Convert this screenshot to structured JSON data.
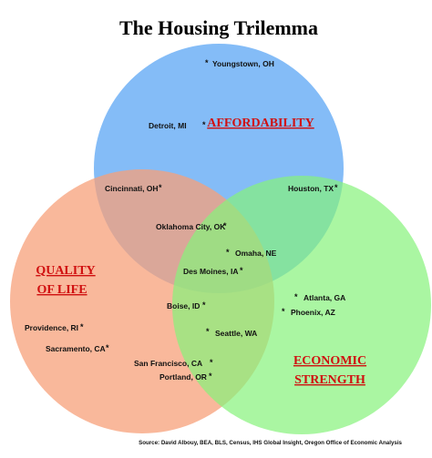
{
  "title": "The Housing Trilemma",
  "circles": {
    "affordability": {
      "label": "AFFORDABILITY",
      "color": "#6fb0f6"
    },
    "quality": {
      "label_line1": "QUALITY",
      "label_line2": "OF LIFE",
      "color": "#f7a07a"
    },
    "economic": {
      "label_line1": "ECONOMIC",
      "label_line2": "STRENGTH",
      "color": "#86f27a"
    }
  },
  "label_color": "#d01010",
  "cities": [
    {
      "name": "Youngstown, OH",
      "bullet": "*"
    },
    {
      "name": "Detroit, MI",
      "bullet": "*"
    },
    {
      "name": "Cincinnati, OH",
      "bullet": "*"
    },
    {
      "name": "Houston, TX",
      "bullet": "*"
    },
    {
      "name": "Oklahoma City, OK",
      "bullet": "*"
    },
    {
      "name": "Omaha, NE",
      "bullet": "*"
    },
    {
      "name": "Des Moines, IA",
      "bullet": "*"
    },
    {
      "name": "Atlanta, GA",
      "bullet": "*"
    },
    {
      "name": "Phoenix, AZ",
      "bullet": "*"
    },
    {
      "name": "Boise, ID",
      "bullet": "*"
    },
    {
      "name": "Seattle, WA",
      "bullet": "*"
    },
    {
      "name": "Providence, RI",
      "bullet": "*"
    },
    {
      "name": "Sacramento, CA",
      "bullet": "*"
    },
    {
      "name": "San Francisco, CA",
      "bullet": "*"
    },
    {
      "name": "Portland, OR",
      "bullet": "*"
    }
  ],
  "source": "Source: David Albouy, BEA, BLS, Census, IHS Global Insight, Oregon Office of Economic Analysis"
}
